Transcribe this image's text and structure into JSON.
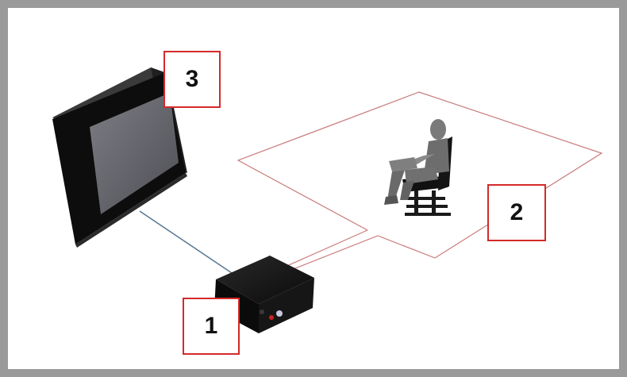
{
  "callouts": {
    "one": "1",
    "two": "2",
    "three": "3"
  },
  "colors": {
    "frame": "#9a9a9a",
    "callout_border": "#d42a2a",
    "zone_outline": "#c97a7a",
    "cable": "#5b7a96",
    "device": "#111111"
  }
}
